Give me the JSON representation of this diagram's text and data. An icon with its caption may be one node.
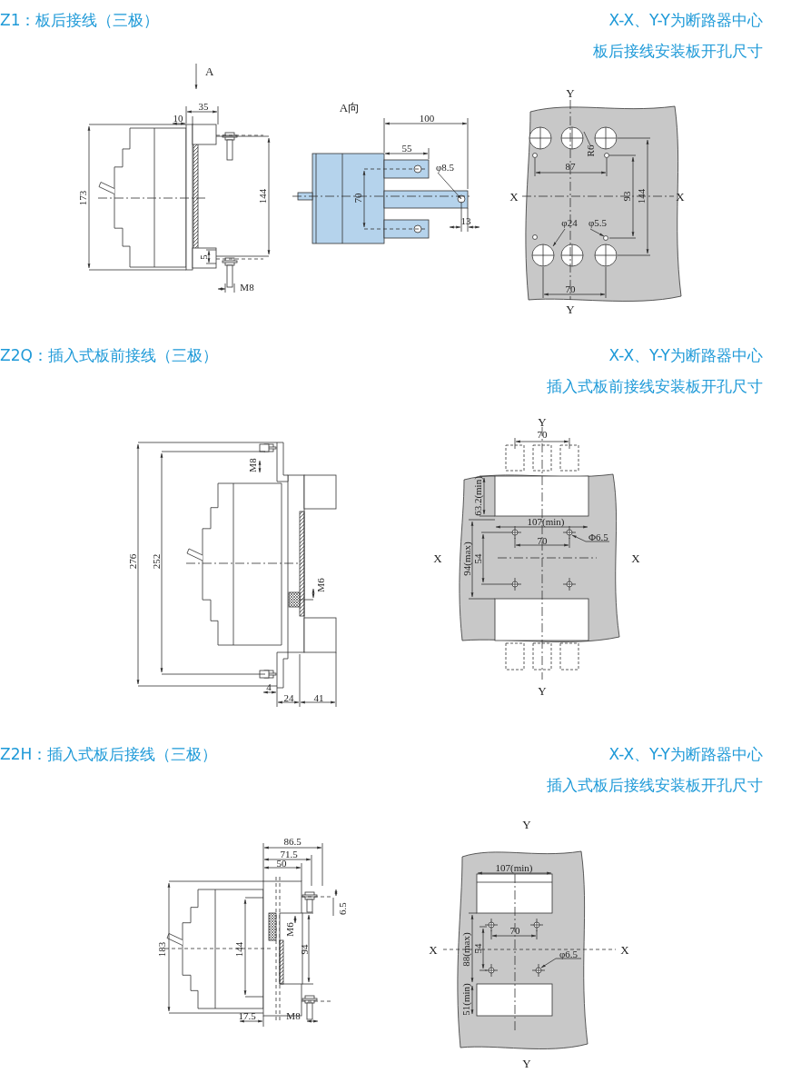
{
  "diagram": {
    "labels": [
      "Z1：板后接线（三极）",
      "X-X、Y-Y为断路器中心",
      "板后接线安装板开孔尺寸",
      "A",
      "35",
      "10",
      "173",
      "144",
      "5",
      "M8",
      "A向",
      "100",
      "55",
      "φ8.5",
      "70",
      "13",
      "Y",
      "R6",
      "87",
      "X",
      "93",
      "144",
      "X",
      "φ24",
      "φ5.5",
      "70",
      "Y",
      "Z2Q：插入式板前接线（三极）",
      "X-X、Y-Y为断路器中心",
      "插入式板前接线安装板开孔尺寸",
      "M8",
      "276",
      "252",
      "M6",
      "4",
      "24",
      "41",
      "Y",
      "70",
      "63.2(min)",
      "107(min)",
      "Φ6.5",
      "70",
      "X",
      "94(max)",
      "54",
      "X",
      "Y",
      "Z2H：插入式板后接线（三极）",
      "X-X、Y-Y为断路器中心",
      "插入式板后接线安装板开孔尺寸",
      "86.5",
      "71.5",
      "50",
      "6.5",
      "183",
      "144",
      "M6",
      "94",
      "17.5",
      "M8",
      "Y",
      "107(min)",
      "70",
      "X",
      "88(max)",
      "54",
      "φ6.5",
      "X",
      "51(min)",
      "Y"
    ]
  }
}
